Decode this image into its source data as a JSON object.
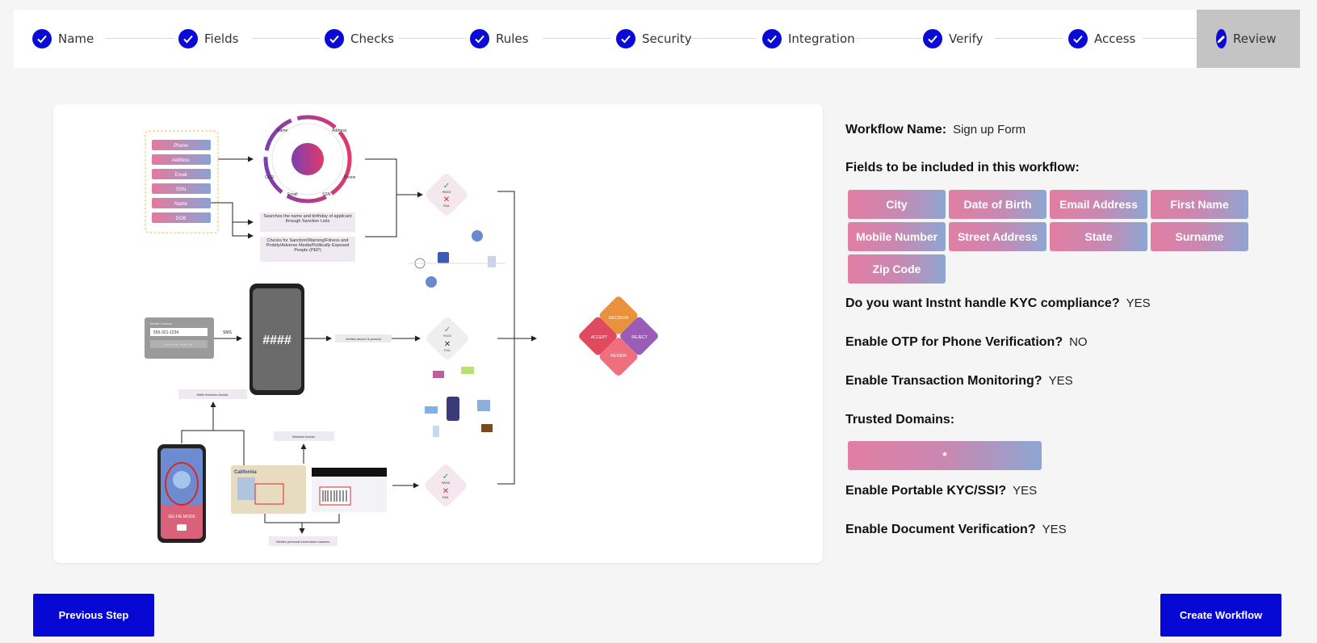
{
  "stepper": {
    "steps": [
      {
        "label": "Name",
        "state": "done"
      },
      {
        "label": "Fields",
        "state": "done"
      },
      {
        "label": "Checks",
        "state": "done"
      },
      {
        "label": "Rules",
        "state": "done"
      },
      {
        "label": "Security",
        "state": "done"
      },
      {
        "label": "Integration",
        "state": "done"
      },
      {
        "label": "Verify",
        "state": "done"
      },
      {
        "label": "Access",
        "state": "done"
      },
      {
        "label": "Review",
        "state": "active"
      }
    ]
  },
  "diagram": {
    "fields": [
      "Phone",
      "Address",
      "Email",
      "SSN",
      "Name",
      "DOB"
    ],
    "ring_labels": [
      "Name",
      "Address",
      "OCR",
      "Phone",
      "Email",
      "SSN"
    ],
    "sanction_text": "Searches the name and birthday of applicant through Sanction Lists",
    "pep_text": "Checks for Sanction/Warning/Fitness and Probity/Adverse Media/Politically Exposed People (PEP)",
    "pass": "PASS",
    "fail": "FAIL",
    "mobile_label": "Mobile Number",
    "mobile_value": "555-321-1234",
    "otp_button": "Send One Time PIN",
    "sms": "SMS",
    "pin_mask": "####",
    "device_text": "Verifies device is present",
    "decision": "DECISION",
    "accept": "ACCEPT",
    "reject": "REJECT",
    "review": "REVIEW",
    "selfie_liveness": "Selfie liveness checks",
    "material_checks": "Material checks",
    "personal_info": "Verifies personal information matches",
    "selfie_mode": "SELFIE MODE",
    "license_state": "California"
  },
  "summary": {
    "workflow_name_label": "Workflow Name:",
    "workflow_name": "Sign up Form",
    "fields_heading": "Fields to be included in this workflow:",
    "fields": [
      "City",
      "Date of Birth",
      "Email Address",
      "First Name",
      "Mobile Number",
      "Street Address",
      "State",
      "Surname",
      "Zip Code"
    ],
    "kyc_q": "Do you want Instnt handle KYC compliance?",
    "kyc_a": "YES",
    "otp_q": "Enable OTP for Phone Verification?",
    "otp_a": "NO",
    "tm_q": "Enable Transaction Monitoring?",
    "tm_a": "YES",
    "domains_heading": "Trusted Domains:",
    "domains": [
      "*"
    ],
    "pkyc_q": "Enable Portable KYC/SSI?",
    "pkyc_a": "YES",
    "doc_q": "Enable Document Verification?",
    "doc_a": "YES"
  },
  "buttons": {
    "previous": "Previous Step",
    "create": "Create Workflow"
  },
  "colors": {
    "primary": "#0707d4",
    "chip_gradient_start": "#e27ea3",
    "chip_gradient_end": "#8ea6d2",
    "active_step_bg": "#c4c4c4"
  }
}
